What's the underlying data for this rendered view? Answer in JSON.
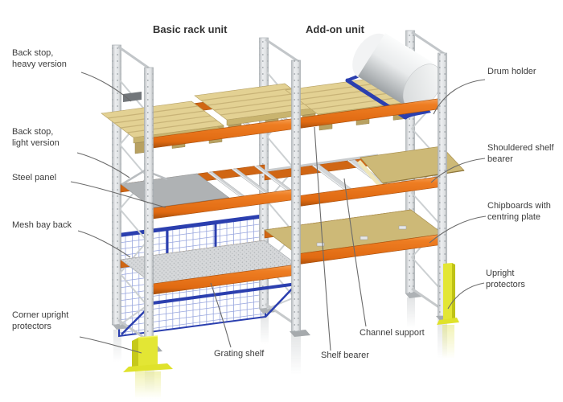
{
  "diagram": {
    "titles": {
      "basic": "Basic rack unit",
      "addon": "Add-on unit"
    },
    "callouts": {
      "back_stop_heavy": {
        "line1": "Back stop,",
        "line2": "heavy version"
      },
      "back_stop_light": {
        "line1": "Back stop,",
        "line2": "light version"
      },
      "steel_panel": {
        "line1": "Steel panel"
      },
      "mesh_bay_back": {
        "line1": "Mesh bay back"
      },
      "corner_upright_protectors": {
        "line1": "Corner upright",
        "line2": "protectors"
      },
      "grating_shelf": {
        "line1": "Grating shelf"
      },
      "shelf_bearer": {
        "line1": "Shelf bearer"
      },
      "channel_support": {
        "line1": "Channel support"
      },
      "drum_holder": {
        "line1": "Drum holder"
      },
      "shouldered_shelf_bearer": {
        "line1": "Shouldered shelf",
        "line2": "bearer"
      },
      "chipboards_with_centring_plate": {
        "line1": "Chipboards with",
        "line2": "centring plate"
      },
      "upright_protectors": {
        "line1": "Upright",
        "line2": "protectors"
      }
    },
    "colors": {
      "beam_orange": "#E8731E",
      "beam_orange_dark": "#D06614",
      "upright_gray": "#DFE2E4",
      "pallet_wood": "#E3D193",
      "chipboard": "#CDB977",
      "steel_panel_gray": "#AFB2B4",
      "accent_blue": "#2B3FAF",
      "mesh_blue": "#98A6DE",
      "protector_yellow": "#E3E634",
      "label_text": "#3C3C3C"
    }
  }
}
